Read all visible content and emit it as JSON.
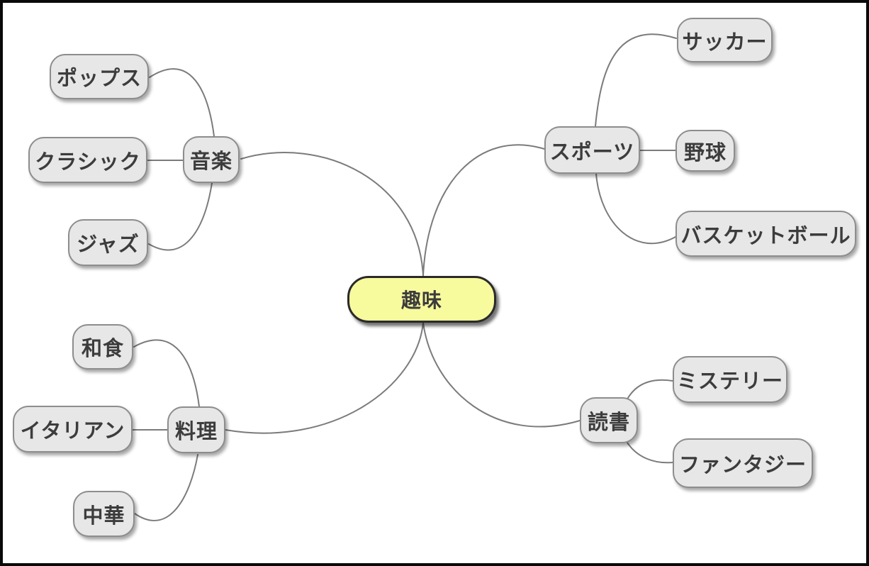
{
  "diagram": {
    "title": "hobby-mind-map",
    "root": {
      "label": "趣味"
    },
    "branches": [
      {
        "label": "音楽",
        "children": [
          {
            "label": "ポップス"
          },
          {
            "label": "クラシック"
          },
          {
            "label": "ジャズ"
          }
        ]
      },
      {
        "label": "スポーツ",
        "children": [
          {
            "label": "サッカー"
          },
          {
            "label": "野球"
          },
          {
            "label": "バスケットボール"
          }
        ]
      },
      {
        "label": "料理",
        "children": [
          {
            "label": "和食"
          },
          {
            "label": "イタリアン"
          },
          {
            "label": "中華"
          }
        ]
      },
      {
        "label": "読書",
        "children": [
          {
            "label": "ミステリー"
          },
          {
            "label": "ファンタジー"
          }
        ]
      }
    ],
    "colors": {
      "background": "#ffffff",
      "frame": "#0a0a0a",
      "root_fill": "#f8fa9e",
      "root_border": "#2a2a2a",
      "node_fill": "#e7e7e7",
      "node_border": "#8d8d8d",
      "connector": "#7b7b7b",
      "text": "#3c3c3c"
    }
  }
}
